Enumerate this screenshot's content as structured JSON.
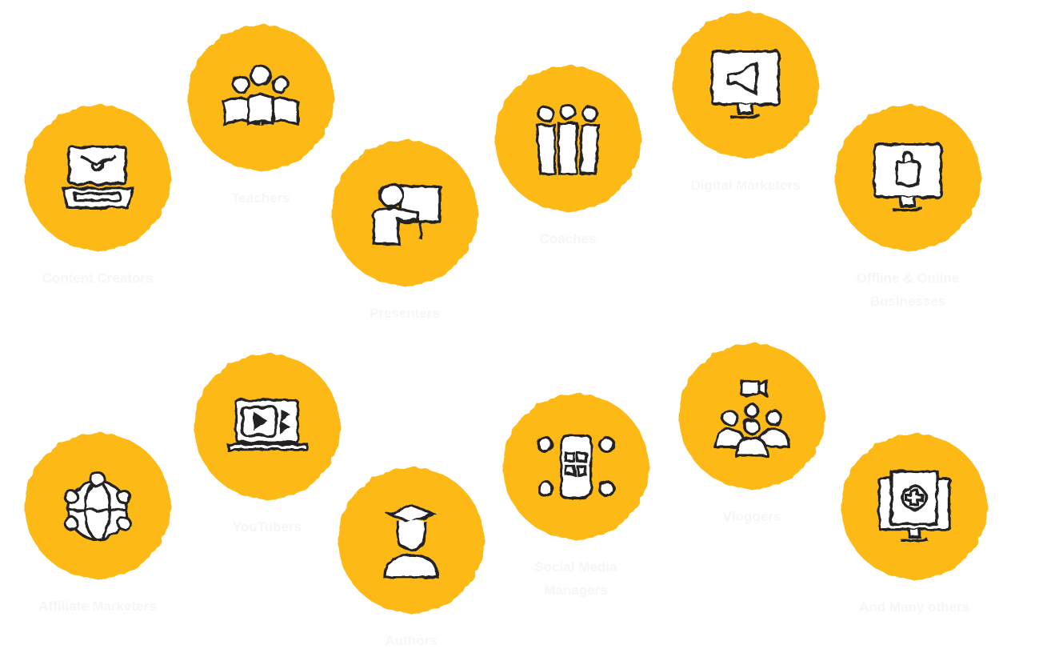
{
  "items": [
    {
      "label": "Content Creators",
      "icon": "laptop-pen-icon"
    },
    {
      "label": "Teachers",
      "icon": "group-reading-icon"
    },
    {
      "label": "Presenters",
      "icon": "presenter-board-icon"
    },
    {
      "label": "Coaches",
      "icon": "team-icon"
    },
    {
      "label": "Digital Marketers",
      "icon": "monitor-megaphone-icon"
    },
    {
      "label": "Offline & Online Businesses",
      "icon": "monitor-shopping-bag-icon"
    },
    {
      "label": "YouTubers",
      "icon": "laptop-video-icon"
    },
    {
      "label": "Affiliate Marketers",
      "icon": "globe-network-icon"
    },
    {
      "label": "Authors",
      "icon": "graduate-icon"
    },
    {
      "label": "Social Media Managers",
      "icon": "app-network-icon"
    },
    {
      "label": "Vloggers",
      "icon": "video-audience-icon"
    },
    {
      "label": "And Many others",
      "icon": "monitor-medical-icon"
    }
  ],
  "colors": {
    "circle": "#fdb913",
    "label": "#f6f6f6"
  }
}
